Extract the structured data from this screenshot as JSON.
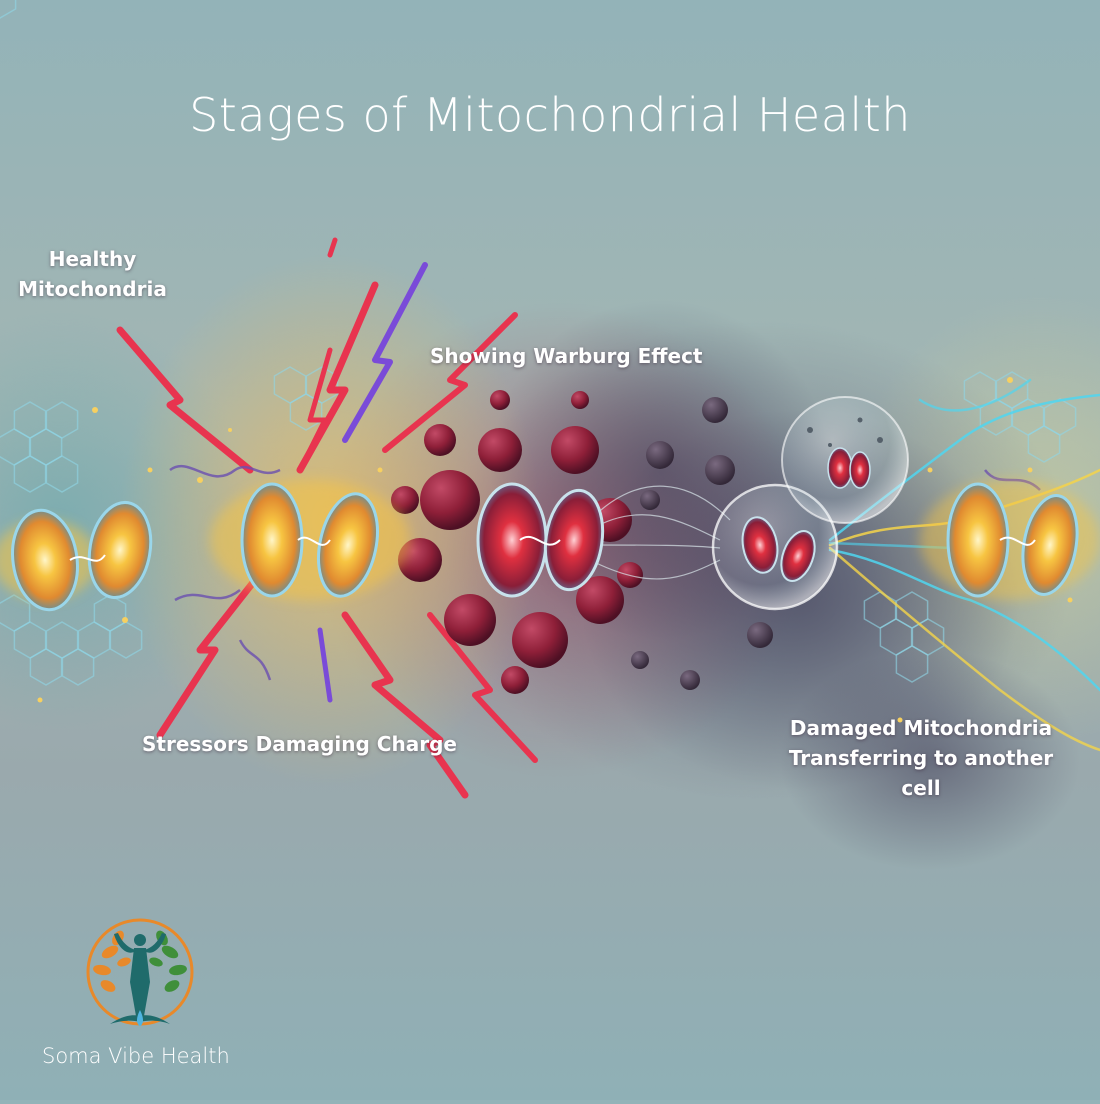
{
  "title": "Stages of Mitochondrial Health",
  "stages": {
    "healthy": {
      "line1": "Healthy",
      "line2": "Mitochondria"
    },
    "warburg": {
      "line1": "Showing Warburg Effect"
    },
    "stressors": {
      "line1": "Stressors Damaging Charge"
    },
    "damaged": {
      "line1": "Damaged Mitochondria",
      "line2": "Transferring to another cell"
    }
  },
  "brand": {
    "name": "Soma Vibe Health",
    "logo_icon": "tree-of-life-human-figure-icon"
  },
  "colors": {
    "healthy_glow": "#f7c542",
    "membrane": "#5fb8d8",
    "stress_bolt": "#e8344f",
    "stress_bolt_alt": "#7a4bd8",
    "warburg_mass": "#8e1f38",
    "damaged_core": "#e03040",
    "neural_cyan": "#4fd6f0",
    "neural_yellow": "#f4d44a",
    "logo_orange": "#e8892a",
    "logo_green": "#3f8f3a",
    "logo_teal": "#1f6b6b"
  }
}
